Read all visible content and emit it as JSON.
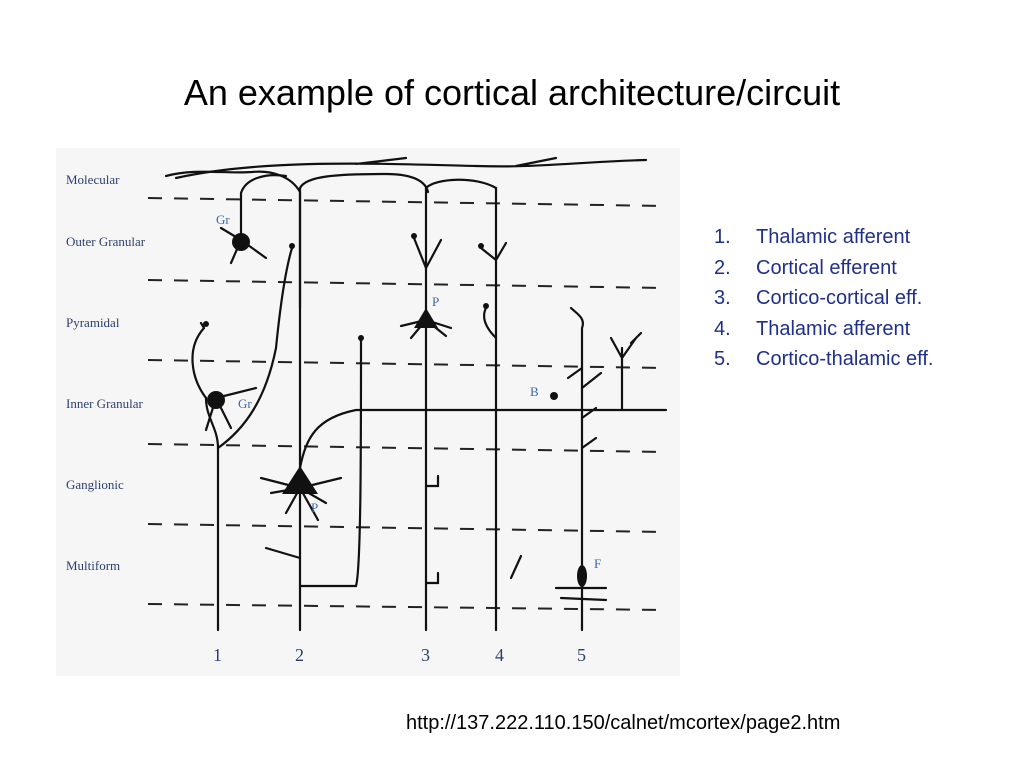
{
  "title": "An example of cortical architecture/circuit",
  "layers": [
    "Molecular",
    "Outer Granular",
    "Pyramidal",
    "Inner Granular",
    "Ganglionic",
    "Multiform"
  ],
  "cell_tags": {
    "gr_outer": "Gr",
    "gr_inner": "Gr",
    "p_pyramidal": "P",
    "p_ganglionic": "P",
    "b_basket": "B",
    "f_fusiform": "F"
  },
  "columns": [
    "1",
    "2",
    "3",
    "4",
    "5"
  ],
  "legend": [
    {
      "num": "1.",
      "text": "Thalamic afferent"
    },
    {
      "num": "2.",
      "text": "Cortical efferent"
    },
    {
      "num": "3.",
      "text": "Cortico-cortical eff."
    },
    {
      "num": "4.",
      "text": "Thalamic afferent"
    },
    {
      "num": "5.",
      "text": "Cortico-thalamic eff."
    }
  ],
  "source_url": "http://137.222.110.150/calnet/mcortex/page2.htm",
  "colors": {
    "legend_text": "#1f2f8c",
    "diagram_labels": "#2b3f6e",
    "cell_tags": "#3a6aa8"
  }
}
